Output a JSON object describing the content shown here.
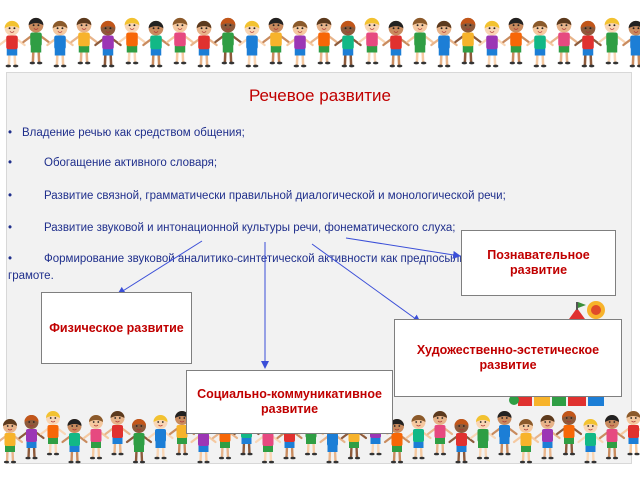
{
  "slide": {
    "title": "Речевое развитие",
    "bullets": [
      "Владение речью как средством общения;",
      "Обогащение активного словаря;",
      "Развитие связной, грамматически правильной диалогической и монологической речи;",
      "Развитие звуковой и интонационной культуры речи, фонематического слуха;",
      "Формирование звуковой аналитико-синтетической активности как предпосылки обучения"
    ],
    "bullet_tail": "грамоте.",
    "boxes": {
      "cognitive": "Познавательное развитие",
      "physical": "Физическое развитие",
      "artistic": "Художественно-эстетическое развитие",
      "social": "Социально-коммуникативное развитие"
    }
  },
  "colors": {
    "title": "#c00000",
    "text": "#1f2f8c",
    "arrow": "#3b4fd8"
  }
}
